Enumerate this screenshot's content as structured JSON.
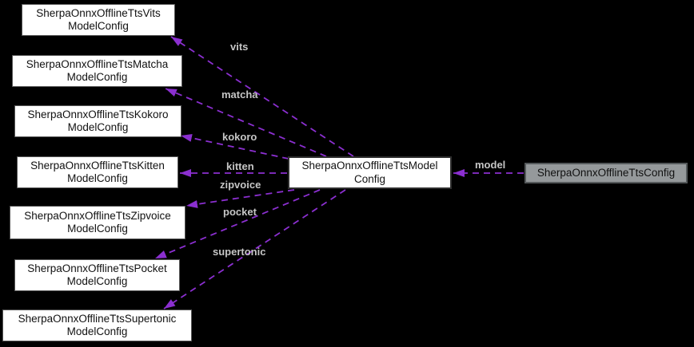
{
  "diagram": {
    "type": "collaboration-graph",
    "colors": {
      "background": "#000000",
      "node_fill": "#ffffff",
      "node_border": "#565656",
      "center_node_border": "#2e2e2e",
      "current_node_fill": "#95999b",
      "current_node_border": "#54585a",
      "node_text": "#111111",
      "edge": "#8b2fd0",
      "edge_label": "#c6c6c6"
    },
    "nodes": [
      {
        "id": "vits",
        "line1": "SherpaOnnxOfflineTtsVits",
        "line2": "ModelConfig"
      },
      {
        "id": "matcha",
        "line1": "SherpaOnnxOfflineTtsMatcha",
        "line2": "ModelConfig"
      },
      {
        "id": "kokoro",
        "line1": "SherpaOnnxOfflineTtsKokoro",
        "line2": "ModelConfig"
      },
      {
        "id": "kitten",
        "line1": "SherpaOnnxOfflineTtsKitten",
        "line2": "ModelConfig"
      },
      {
        "id": "zipvoice",
        "line1": "SherpaOnnxOfflineTtsZipvoice",
        "line2": "ModelConfig"
      },
      {
        "id": "pocket",
        "line1": "SherpaOnnxOfflineTtsPocket",
        "line2": "ModelConfig"
      },
      {
        "id": "supertonic",
        "line1": "SherpaOnnxOfflineTtsSupertonic",
        "line2": "ModelConfig"
      },
      {
        "id": "model",
        "line1": "SherpaOnnxOfflineTtsModel",
        "line2": "Config"
      },
      {
        "id": "config",
        "line1": "SherpaOnnxOfflineTtsConfig",
        "line2": ""
      }
    ],
    "edges": [
      {
        "label": "vits"
      },
      {
        "label": "matcha"
      },
      {
        "label": "kokoro"
      },
      {
        "label": "kitten"
      },
      {
        "label": "zipvoice"
      },
      {
        "label": "pocket"
      },
      {
        "label": "supertonic"
      },
      {
        "label": "model"
      }
    ]
  }
}
